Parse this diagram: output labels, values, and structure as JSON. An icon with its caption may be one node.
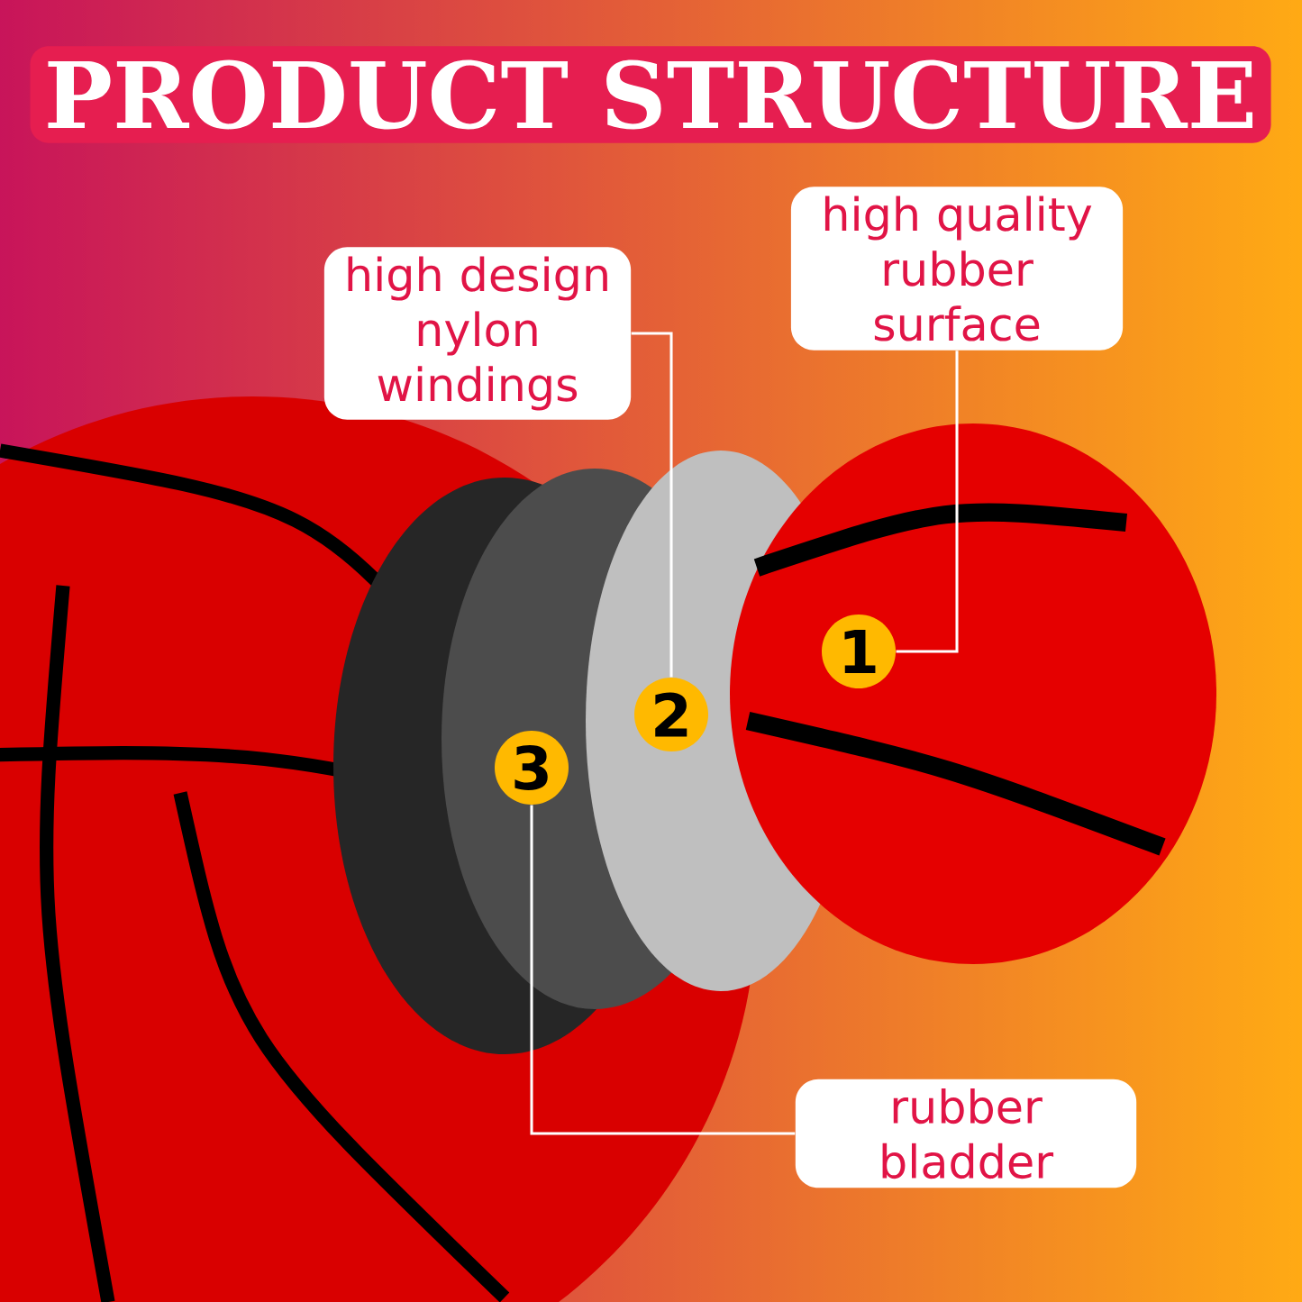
{
  "diagram": {
    "title": "PRODUCT STRUCTURE",
    "nodes": [
      {
        "text": [
          "high quality rubber surface"
        ]
      },
      {
        "text": [
          "high design nylon windings"
        ]
      },
      {
        "text": [
          "rubber bladder"
        ]
      },
      {
        "text": [
          "1"
        ]
      },
      {
        "text": [
          "2"
        ]
      },
      {
        "text": [
          "3"
        ]
      }
    ],
    "edges": [
      {
        "from": 0,
        "to": 3,
        "arrow": "none"
      },
      {
        "from": 1,
        "to": 4,
        "arrow": "none"
      },
      {
        "from": 5,
        "to": 2,
        "arrow": "none"
      }
    ]
  }
}
